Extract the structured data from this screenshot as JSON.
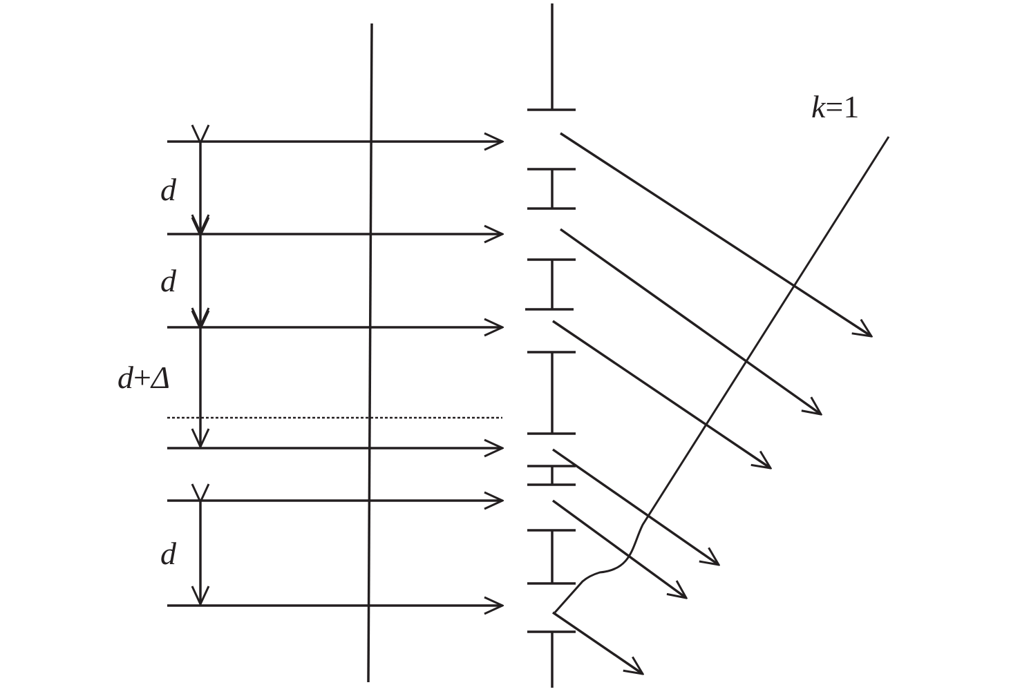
{
  "labels": {
    "spacing_top": "d",
    "spacing_mid": "d",
    "spacing_defect_var": "d",
    "spacing_defect_plus": "+",
    "spacing_defect_delta": "Δ",
    "spacing_bottom": "d",
    "order_var": "k",
    "order_eq": "=1"
  }
}
